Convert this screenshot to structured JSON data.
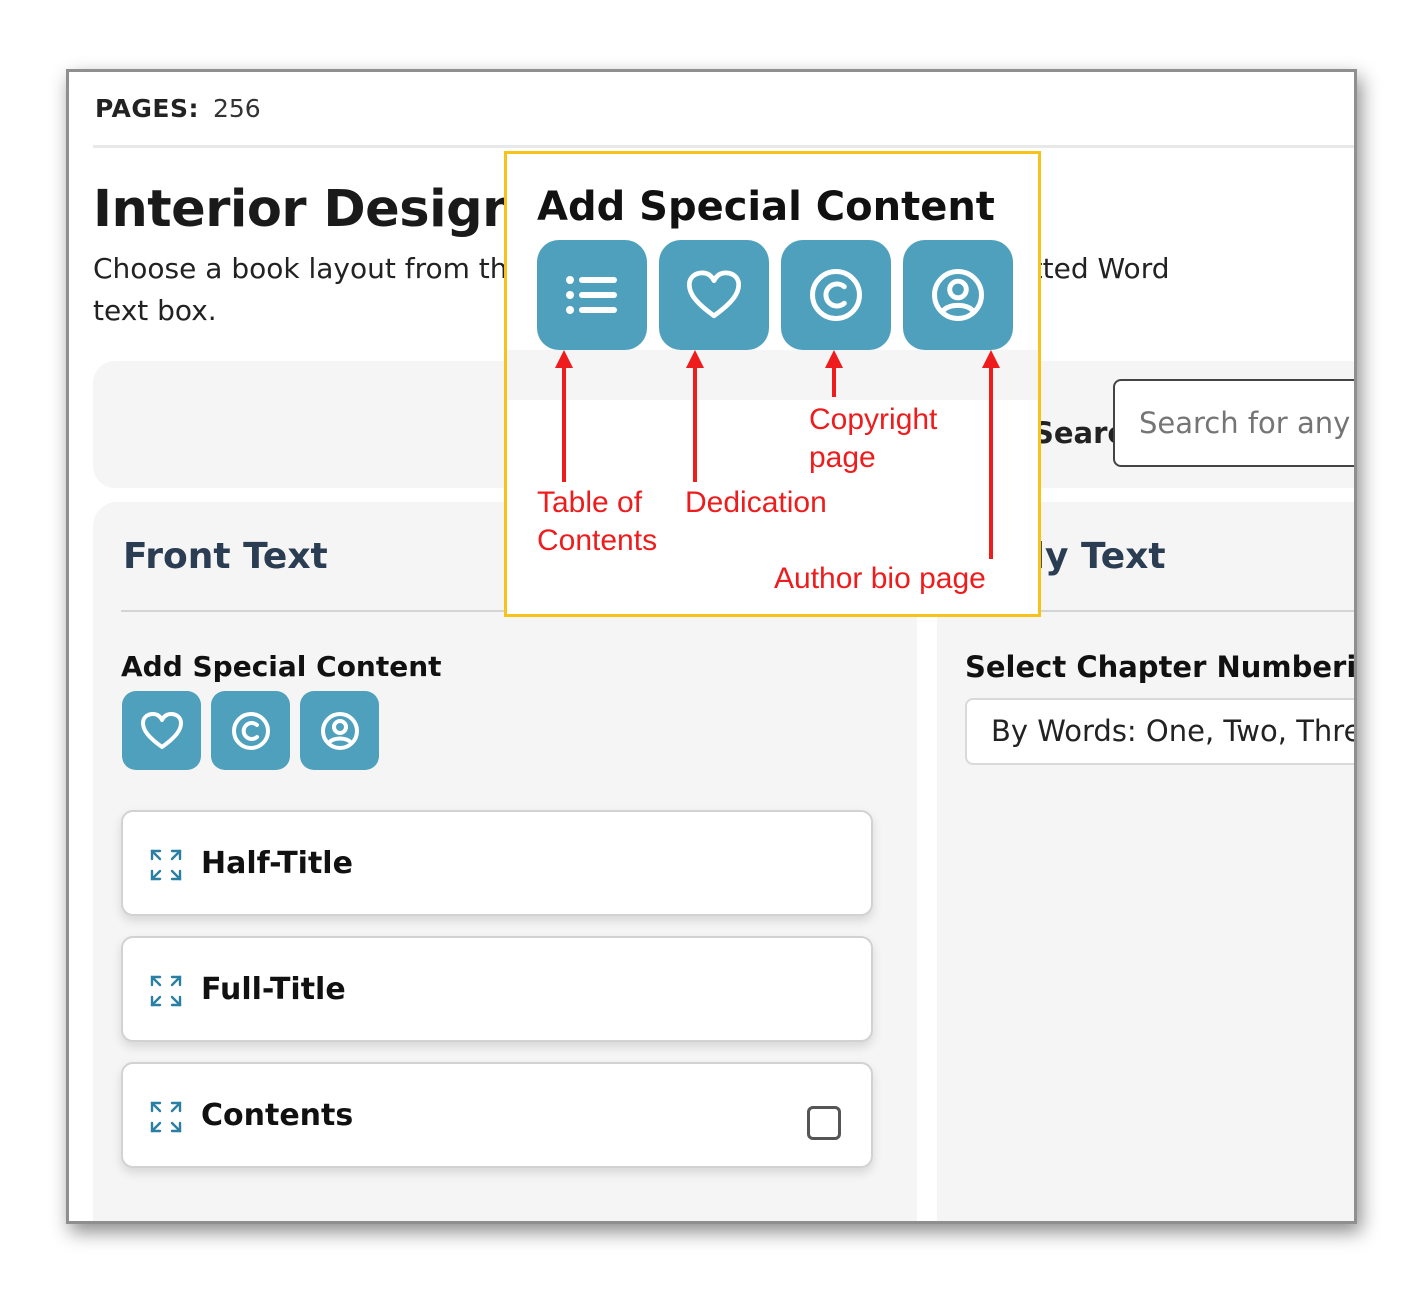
{
  "header": {
    "pages_label": "PAGES:",
    "pages_value": "256"
  },
  "page": {
    "title": "Interior Design",
    "intro_line1": "Choose a book layout from the options below, then upload a formatted Word",
    "intro_line2": "text box."
  },
  "search": {
    "label": "Search:",
    "placeholder": "Search for any content"
  },
  "front": {
    "title": "Front Text",
    "special_label": "Add Special Content",
    "icons": [
      "heart-icon",
      "copyright-icon",
      "user-circle-icon"
    ],
    "items": [
      {
        "label": "Half-Title"
      },
      {
        "label": "Full-Title"
      },
      {
        "label": "Contents",
        "checked": false
      }
    ]
  },
  "body": {
    "title": "Body Text",
    "chapter_label": "Select Chapter Numbering",
    "chapter_value": "By Words: One, Two, Three"
  },
  "callout": {
    "title": "Add Special Content",
    "icons": [
      "list-icon",
      "heart-icon",
      "copyright-icon",
      "user-circle-icon"
    ],
    "annotations": {
      "toc_1": "Table of",
      "toc_2": "Contents",
      "dedication": "Dedication",
      "copyright_1": "Copyright",
      "copyright_2": "page",
      "author": "Author bio page"
    }
  },
  "colors": {
    "accent": "#4fa0bd",
    "callout_border": "#f7c21a",
    "annotation": "#ee1c1c",
    "heading": "#2b3d52"
  }
}
